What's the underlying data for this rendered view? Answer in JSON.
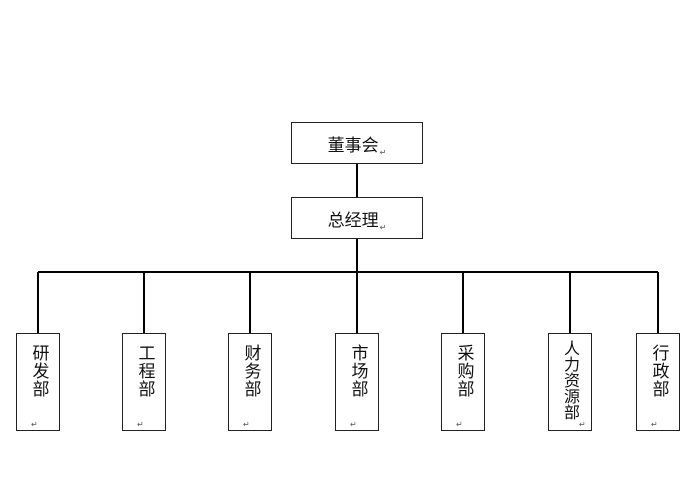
{
  "org": {
    "board": "董事会",
    "gm": "总经理",
    "departments": [
      "研发部",
      "工程部",
      "财务部",
      "市场部",
      "采购部",
      "人力资源部",
      "行政部"
    ],
    "para_mark": "↵",
    "line_color": "#000000",
    "border_color": "#222222"
  }
}
